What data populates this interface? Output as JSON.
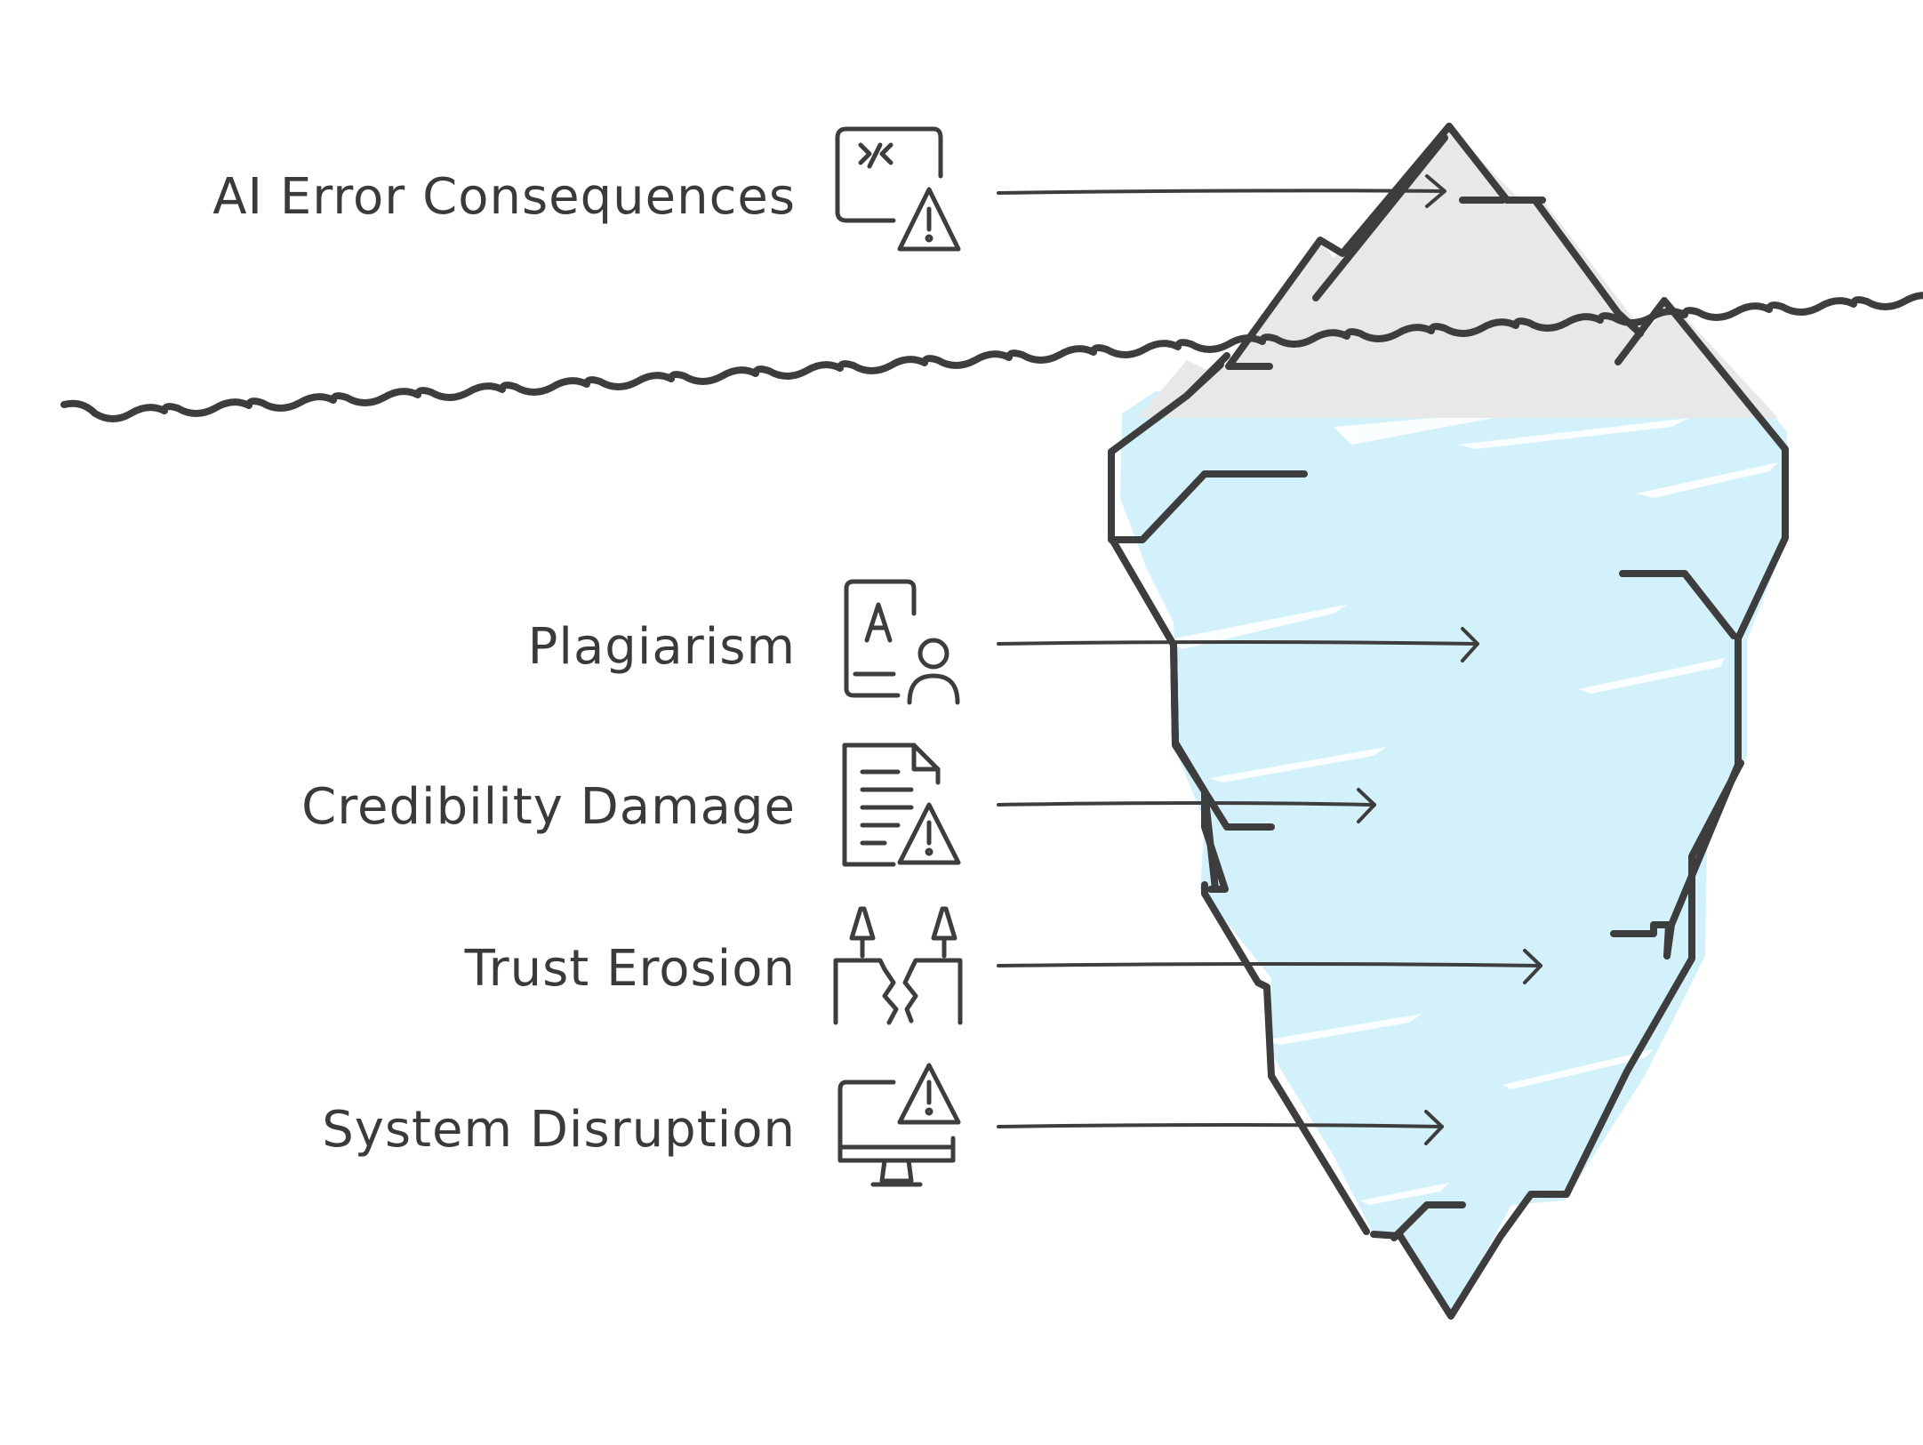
{
  "diagram": {
    "top_item": {
      "label": "AI Error Consequences",
      "icon": "code-warning-icon"
    },
    "items": [
      {
        "label": "Plagiarism",
        "icon": "document-person-icon"
      },
      {
        "label": "Credibility Damage",
        "icon": "document-warning-icon"
      },
      {
        "label": "Trust Erosion",
        "icon": "cracked-bridge-icon"
      },
      {
        "label": "System Disruption",
        "icon": "monitor-warning-icon"
      }
    ]
  },
  "colors": {
    "ink": "#3d3d3d",
    "ice_above": "#e8e8e8",
    "ice_below": "#d3f1fb",
    "background": "#ffffff"
  }
}
